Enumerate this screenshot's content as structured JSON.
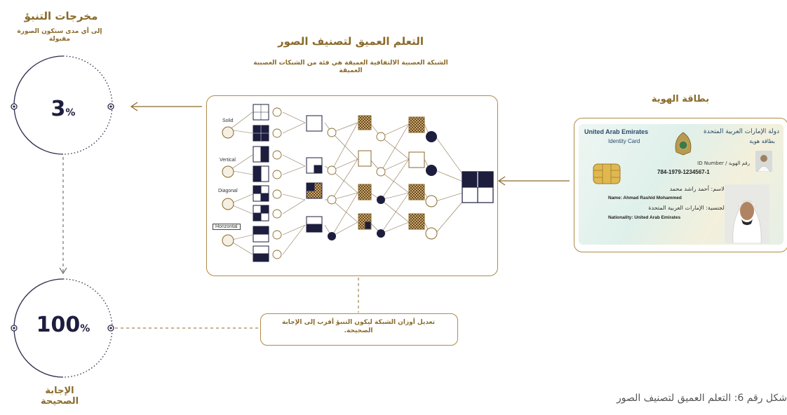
{
  "left_panel": {
    "title": "مخرجات التنبؤ",
    "subtitle": "إلى أي مدى ستكون الصورة مقبولة",
    "top_value": "3",
    "bottom_value": "100",
    "percent_sign": "%",
    "bottom_label": "الإجابة الصحيحة"
  },
  "network": {
    "title": "التعلم العميق لتصنيف الصور",
    "subtitle": "الشبكة العصبية الالتفافية العميقة هي فئة من الشبكات العصبية العميقة",
    "labels": [
      "Solid",
      "Vertical",
      "Diagonal",
      "Horizontal"
    ]
  },
  "note": {
    "text": "تعديل أوزان الشبكة ليكون التنبؤ أقرب إلى الإجابة الصحيحة."
  },
  "id_card": {
    "title": "بطاقة الهوية",
    "country_en": "United Arab Emirates",
    "country_ar": "دولة الإمارات العربية المتحدة",
    "card_en": "Identity Card",
    "card_ar": "بطاقة هوية",
    "id_label": "رقم الهوية / ID Number",
    "id_number": "784-1979-1234567-1",
    "name_ar": "الاسم: أحمد راشد محمد",
    "name_en": "Name: Ahmad Rashid Mohammed",
    "nationality_ar": "الجنسية: الإمارات العربية المتحدة",
    "nationality_en": "Nationality: United Arab Emirates"
  },
  "caption": "شكل رقم 6: التعلم العميق لتصنيف الصور",
  "colors": {
    "gold": "#b08a4a",
    "navy": "#1d1d3e",
    "dark_gold": "#8a6a2a"
  }
}
